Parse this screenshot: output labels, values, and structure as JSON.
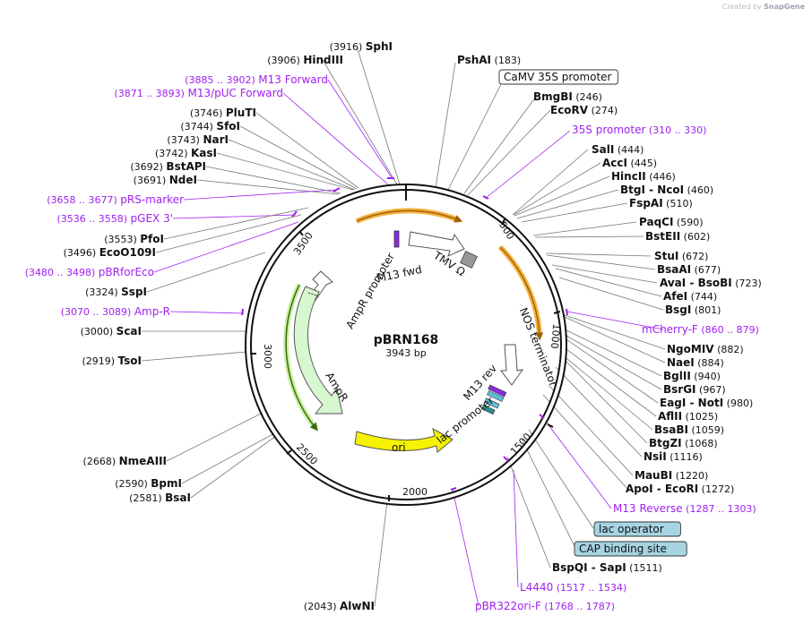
{
  "credit": {
    "prefix": "Created by",
    "brand": "SnapGene"
  },
  "plasmid": {
    "name": "pBRN168",
    "size_label": "3943 bp",
    "length": 3943
  },
  "colors": {
    "enzyme_line": "#555555",
    "primer": "#a020f0",
    "feature_line": "#555555"
  },
  "ticks": [
    "500",
    "1000",
    "1500",
    "2000",
    "2500",
    "3000",
    "3500"
  ],
  "labels_left": [
    {
      "pos": "(3916)",
      "name": "SphI",
      "kind": "enzyme"
    },
    {
      "pos": "(3906)",
      "name": "HindIII",
      "kind": "enzyme"
    },
    {
      "pos": "(3885 .. 3902)",
      "name": "M13 Forward",
      "kind": "primer"
    },
    {
      "pos": "(3871 .. 3893)",
      "name": "M13/pUC Forward",
      "kind": "primer"
    },
    {
      "pos": "(3746)",
      "name": "PluTI",
      "kind": "enzyme"
    },
    {
      "pos": "(3744)",
      "name": "SfoI",
      "kind": "enzyme"
    },
    {
      "pos": "(3743)",
      "name": "NarI",
      "kind": "enzyme"
    },
    {
      "pos": "(3742)",
      "name": "KasI",
      "kind": "enzyme"
    },
    {
      "pos": "(3692)",
      "name": "BstAPI",
      "kind": "enzyme"
    },
    {
      "pos": "(3691)",
      "name": "NdeI",
      "kind": "enzyme"
    },
    {
      "pos": "(3658 .. 3677)",
      "name": "pRS-marker",
      "kind": "primer"
    },
    {
      "pos": "(3536 .. 3558)",
      "name": "pGEX 3'",
      "kind": "primer"
    },
    {
      "pos": "(3553)",
      "name": "PfoI",
      "kind": "enzyme"
    },
    {
      "pos": "(3496)",
      "name": "EcoO109I",
      "kind": "enzyme"
    },
    {
      "pos": "(3480 .. 3498)",
      "name": "pBRforEco",
      "kind": "primer"
    },
    {
      "pos": "(3324)",
      "name": "SspI",
      "kind": "enzyme"
    },
    {
      "pos": "(3070 .. 3089)",
      "name": "Amp-R",
      "kind": "primer"
    },
    {
      "pos": "(3000)",
      "name": "ScaI",
      "kind": "enzyme"
    },
    {
      "pos": "(2919)",
      "name": "TsoI",
      "kind": "enzyme"
    },
    {
      "pos": "(2668)",
      "name": "NmeAIII",
      "kind": "enzyme"
    },
    {
      "pos": "(2590)",
      "name": "BpmI",
      "kind": "enzyme"
    },
    {
      "pos": "(2581)",
      "name": "BsaI",
      "kind": "enzyme"
    },
    {
      "pos": "(2043)",
      "name": "AlwNI",
      "kind": "enzyme"
    }
  ],
  "labels_right": [
    {
      "name": "PshAI",
      "pos": "(183)",
      "kind": "enzyme"
    },
    {
      "name": "CaMV 35S promoter",
      "pos": "",
      "kind": "box"
    },
    {
      "name": "BmgBI",
      "pos": "(246)",
      "kind": "enzyme"
    },
    {
      "name": "EcoRV",
      "pos": "(274)",
      "kind": "enzyme"
    },
    {
      "name": "35S promoter",
      "pos": "(310 .. 330)",
      "kind": "primer"
    },
    {
      "name": "SalI",
      "pos": "(444)",
      "kind": "enzyme"
    },
    {
      "name": "AccI",
      "pos": "(445)",
      "kind": "enzyme"
    },
    {
      "name": "HincII",
      "pos": "(446)",
      "kind": "enzyme"
    },
    {
      "name": "BtgI  -  NcoI",
      "pos": "(460)",
      "kind": "enzyme"
    },
    {
      "name": "FspAI",
      "pos": "(510)",
      "kind": "enzyme"
    },
    {
      "name": "PaqCI",
      "pos": "(590)",
      "kind": "enzyme"
    },
    {
      "name": "BstEII",
      "pos": "(602)",
      "kind": "enzyme"
    },
    {
      "name": "StuI",
      "pos": "(672)",
      "kind": "enzyme"
    },
    {
      "name": "BsaAI",
      "pos": "(677)",
      "kind": "enzyme"
    },
    {
      "name": "AvaI  -  BsoBI",
      "pos": "(723)",
      "kind": "enzyme"
    },
    {
      "name": "AfeI",
      "pos": "(744)",
      "kind": "enzyme"
    },
    {
      "name": "BsgI",
      "pos": "(801)",
      "kind": "enzyme"
    },
    {
      "name": "mCherry-F",
      "pos": "(860 .. 879)",
      "kind": "primer"
    },
    {
      "name": "NgoMIV",
      "pos": "(882)",
      "kind": "enzyme"
    },
    {
      "name": "NaeI",
      "pos": "(884)",
      "kind": "enzyme"
    },
    {
      "name": "BglII",
      "pos": "(940)",
      "kind": "enzyme"
    },
    {
      "name": "BsrGI",
      "pos": "(967)",
      "kind": "enzyme"
    },
    {
      "name": "EagI  -  NotI",
      "pos": "(980)",
      "kind": "enzyme"
    },
    {
      "name": "AflII",
      "pos": "(1025)",
      "kind": "enzyme"
    },
    {
      "name": "BsaBI",
      "pos": "(1059)",
      "kind": "enzyme"
    },
    {
      "name": "BtgZI",
      "pos": "(1068)",
      "kind": "enzyme"
    },
    {
      "name": "NsiI",
      "pos": "(1116)",
      "kind": "enzyme"
    },
    {
      "name": "MauBI",
      "pos": "(1220)",
      "kind": "enzyme"
    },
    {
      "name": "ApoI  -  EcoRI",
      "pos": "(1272)",
      "kind": "enzyme"
    },
    {
      "name": "M13 Reverse",
      "pos": "(1287 .. 1303)",
      "kind": "primer"
    },
    {
      "name": "lac operator",
      "pos": "",
      "kind": "bluebox"
    },
    {
      "name": "CAP binding site",
      "pos": "",
      "kind": "bluebox"
    },
    {
      "name": "BspQI  -  SapI",
      "pos": "(1511)",
      "kind": "enzyme"
    },
    {
      "name": "L4440",
      "pos": "(1517 .. 1534)",
      "kind": "primer"
    },
    {
      "name": "pBR322ori-F",
      "pos": "(1768 .. 1787)",
      "kind": "primer"
    }
  ],
  "features": [
    {
      "name": "M13 fwd"
    },
    {
      "name": "TMV Ω"
    },
    {
      "name": "AmpR promoter"
    },
    {
      "name": "NOS terminator"
    },
    {
      "name": "AmpR"
    },
    {
      "name": "M13 rev"
    },
    {
      "name": "lac promoter"
    },
    {
      "name": "ori"
    }
  ]
}
